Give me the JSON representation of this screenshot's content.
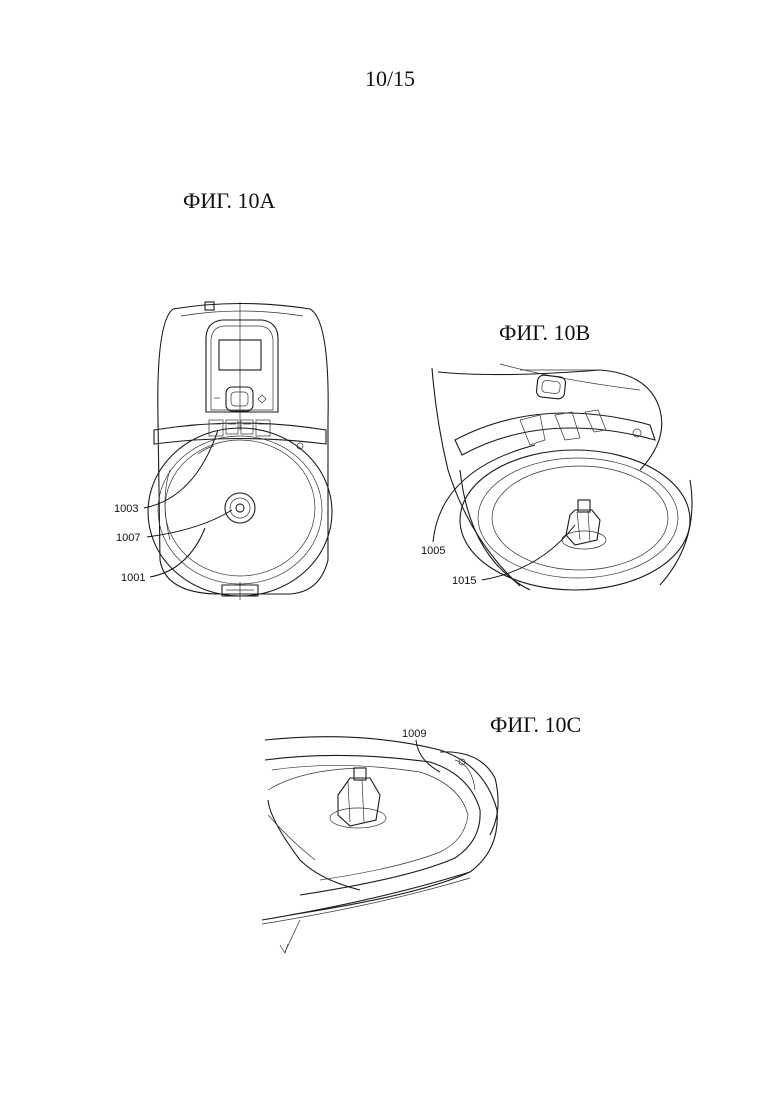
{
  "page": {
    "number": "10/15"
  },
  "figures": [
    {
      "caption": "ФИГ. 10А",
      "references": [
        "1003",
        "1007",
        "1001"
      ]
    },
    {
      "caption": "ФИГ. 10В",
      "references": [
        "1005",
        "1015"
      ]
    },
    {
      "caption": "ФИГ. 10С",
      "references": [
        "1009"
      ]
    }
  ]
}
